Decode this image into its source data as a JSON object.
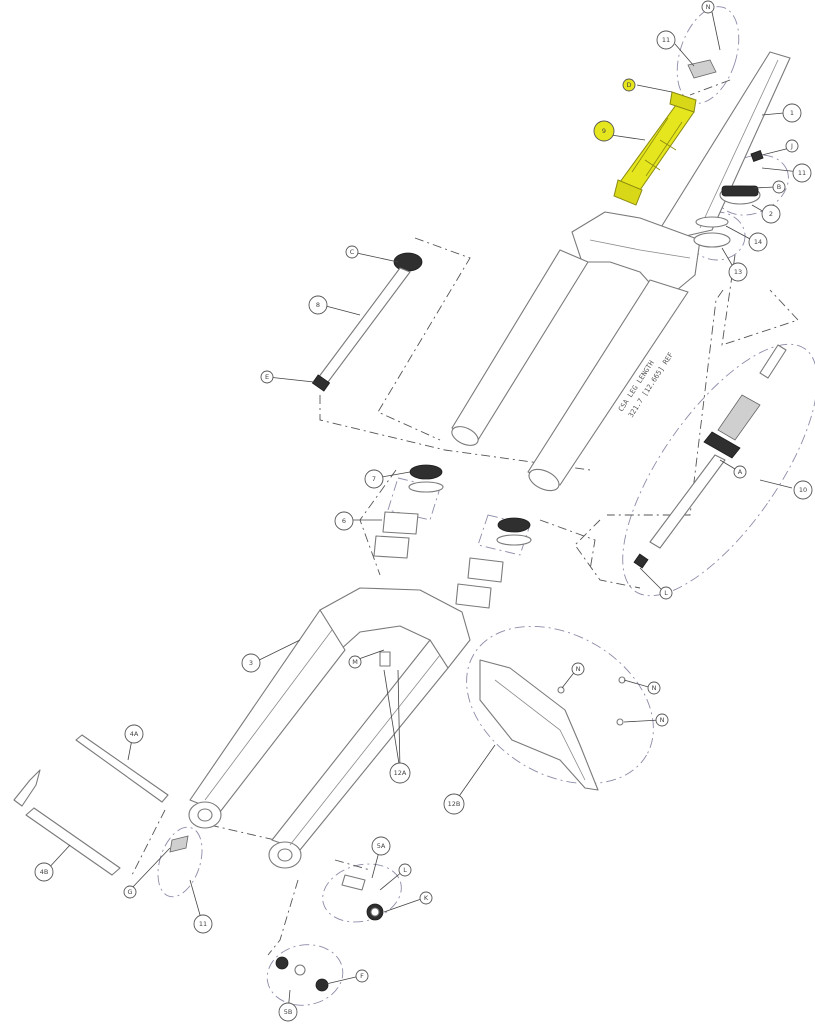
{
  "colors": {
    "highlight_fill": "#e6e61e",
    "highlight_stroke": "#9a9a12",
    "line": "#7a7a7a",
    "dashed_group": "#8c8ca8"
  },
  "highlighted_part": "9",
  "annotation": {
    "line1": "CSA LEG LENGTH",
    "line2": "321.7 [12.665] REF"
  },
  "callouts": [
    {
      "id": "c_N_top",
      "label": "N"
    },
    {
      "id": "c_11_top",
      "label": "11"
    },
    {
      "id": "c_D",
      "label": "D"
    },
    {
      "id": "c_9",
      "label": "9"
    },
    {
      "id": "c_1",
      "label": "1"
    },
    {
      "id": "c_J",
      "label": "J"
    },
    {
      "id": "c_11_right",
      "label": "11"
    },
    {
      "id": "c_B",
      "label": "B"
    },
    {
      "id": "c_2",
      "label": "2"
    },
    {
      "id": "c_14",
      "label": "14"
    },
    {
      "id": "c_13",
      "label": "13"
    },
    {
      "id": "c_C",
      "label": "C"
    },
    {
      "id": "c_8",
      "label": "8"
    },
    {
      "id": "c_E",
      "label": "E"
    },
    {
      "id": "c_7",
      "label": "7"
    },
    {
      "id": "c_6",
      "label": "6"
    },
    {
      "id": "c_A",
      "label": "A"
    },
    {
      "id": "c_10",
      "label": "10"
    },
    {
      "id": "c_L_right",
      "label": "L"
    },
    {
      "id": "c_3",
      "label": "3"
    },
    {
      "id": "c_M",
      "label": "M"
    },
    {
      "id": "c_12A",
      "label": "12A"
    },
    {
      "id": "c_12B",
      "label": "12B"
    },
    {
      "id": "c_N_a",
      "label": "N"
    },
    {
      "id": "c_N_b",
      "label": "N"
    },
    {
      "id": "c_N_c",
      "label": "N"
    },
    {
      "id": "c_4A",
      "label": "4A"
    },
    {
      "id": "c_4B",
      "label": "4B"
    },
    {
      "id": "c_G",
      "label": "G"
    },
    {
      "id": "c_11_bottom",
      "label": "11"
    },
    {
      "id": "c_5A",
      "label": "5A"
    },
    {
      "id": "c_L_bottom",
      "label": "L"
    },
    {
      "id": "c_K",
      "label": "K"
    },
    {
      "id": "c_F",
      "label": "F"
    },
    {
      "id": "c_5B",
      "label": "5B"
    }
  ]
}
